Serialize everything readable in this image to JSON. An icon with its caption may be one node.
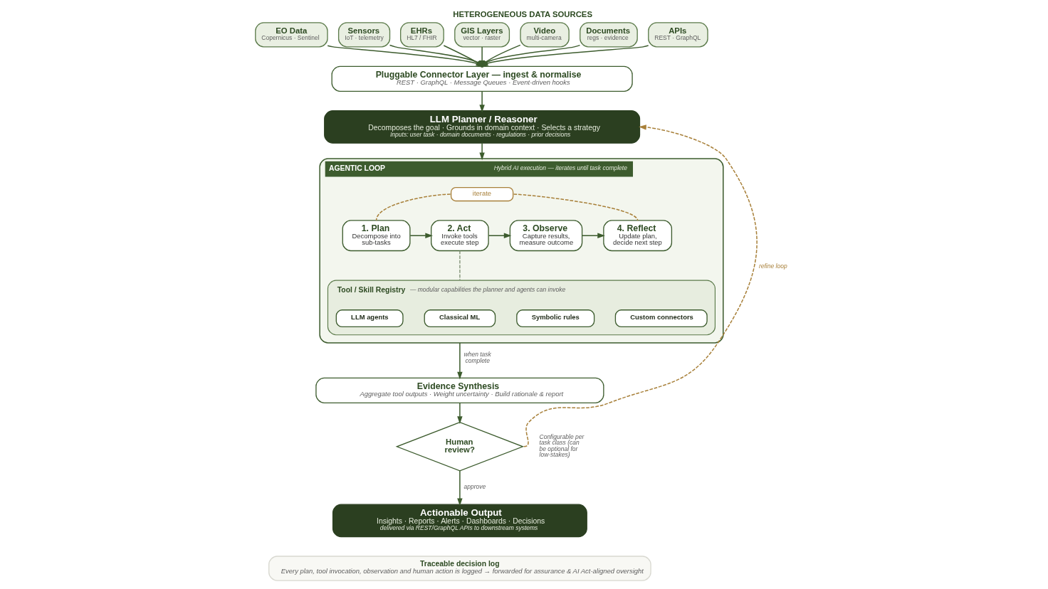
{
  "diagram": {
    "title": "HETEROGENEOUS DATA SOURCES",
    "nodes": [
      {
        "text": [
          "EO Data",
          "Copernicus · Sentinel"
        ]
      },
      {
        "text": [
          "Sensors",
          "IoT · telemetry"
        ]
      },
      {
        "text": [
          "EHRs",
          "HL7 / FHIR"
        ]
      },
      {
        "text": [
          "GIS Layers",
          "vector · raster"
        ]
      },
      {
        "text": [
          "Video",
          "multi-camera"
        ]
      },
      {
        "text": [
          "Documents",
          "regs · evidence"
        ]
      },
      {
        "text": [
          "APIs",
          "REST · GraphQL"
        ]
      },
      {
        "text": [
          "Pluggable Connector Layer — ingest & normalise",
          "REST · GraphQL · Message Queues · Event-driven hooks"
        ]
      },
      {
        "text": [
          "LLM Planner / Reasoner",
          "Decomposes the goal · Grounds in domain context · Selects a strategy",
          "Inputs: user task · domain documents · regulations · prior decisions"
        ]
      },
      {
        "text": [
          "AGENTIC LOOP",
          "Hybrid AI execution — iterates until task complete"
        ]
      },
      {
        "text": [
          "iterate"
        ],
        "in": 9
      },
      {
        "text": [
          "1. Plan",
          "Decompose into sub-tasks"
        ],
        "in": 9
      },
      {
        "text": [
          "2. Act",
          "Invoke tools execute step"
        ],
        "in": 9
      },
      {
        "text": [
          "3. Observe",
          "Capture results, measure outcome"
        ],
        "in": 9
      },
      {
        "text": [
          "4. Reflect",
          "Update plan, decide next step"
        ],
        "in": 9
      },
      {
        "text": [
          "Tool / Skill Registry",
          "— modular capabilities the planner and agents can invoke"
        ],
        "in": 9
      },
      {
        "text": [
          "LLM agents"
        ],
        "in": 15
      },
      {
        "text": [
          "Classical ML"
        ],
        "in": 15
      },
      {
        "text": [
          "Symbolic rules"
        ],
        "in": 15
      },
      {
        "text": [
          "Custom connectors"
        ],
        "in": 15
      },
      {
        "text": [
          "Evidence Synthesis",
          "Aggregate tool outputs · Weight uncertainty · Build rationale & report"
        ]
      },
      {
        "text": [
          "Human review?"
        ],
        "beside": [
          "Configurable per task class (can be optional for low-stakes)"
        ]
      },
      {
        "text": [
          "Actionable Output",
          "Insights · Reports · Alerts · Dashboards · Decisions",
          "delivered via REST/GraphQL APIs to downstream systems"
        ]
      },
      {
        "text": [
          "Traceable decision log",
          "Every plan, tool invocation, observation and human action is logged → forwarded for assurance & AI Act-aligned oversight"
        ]
      }
    ],
    "edges": [
      {
        "from": 0,
        "to": 7,
        "arrow": "to"
      },
      {
        "from": 1,
        "to": 7,
        "arrow": "to"
      },
      {
        "from": 2,
        "to": 7,
        "arrow": "to"
      },
      {
        "from": 3,
        "to": 7,
        "arrow": "to"
      },
      {
        "from": 4,
        "to": 7,
        "arrow": "to"
      },
      {
        "from": 5,
        "to": 7,
        "arrow": "to"
      },
      {
        "from": 6,
        "to": 7,
        "arrow": "to"
      },
      {
        "from": 7,
        "to": 8,
        "arrow": "to"
      },
      {
        "from": 21,
        "to": 8,
        "arrow": "to",
        "style": "dashed",
        "color": "#a8803a",
        "label": "refine loop"
      },
      {
        "from": 8,
        "to": 9,
        "arrow": "to"
      },
      {
        "from": 10,
        "to": 11,
        "arrow": "none",
        "style": "dashed",
        "color": "#a8803a"
      },
      {
        "from": 10,
        "to": 14,
        "arrow": "none",
        "style": "dashed",
        "color": "#a8803a"
      },
      {
        "from": 11,
        "to": 12,
        "arrow": "to"
      },
      {
        "from": 12,
        "to": 13,
        "arrow": "to"
      },
      {
        "from": 13,
        "to": 14,
        "arrow": "to"
      },
      {
        "from": 12,
        "to": 15,
        "arrow": "none",
        "style": "dashed",
        "color": "#8a9a80"
      },
      {
        "from": 9,
        "to": 20,
        "arrow": "to",
        "label": "when task complete"
      },
      {
        "from": 20,
        "to": 21,
        "arrow": "to"
      },
      {
        "from": 21,
        "to": 22,
        "arrow": "to",
        "label": "approve"
      }
    ]
  }
}
